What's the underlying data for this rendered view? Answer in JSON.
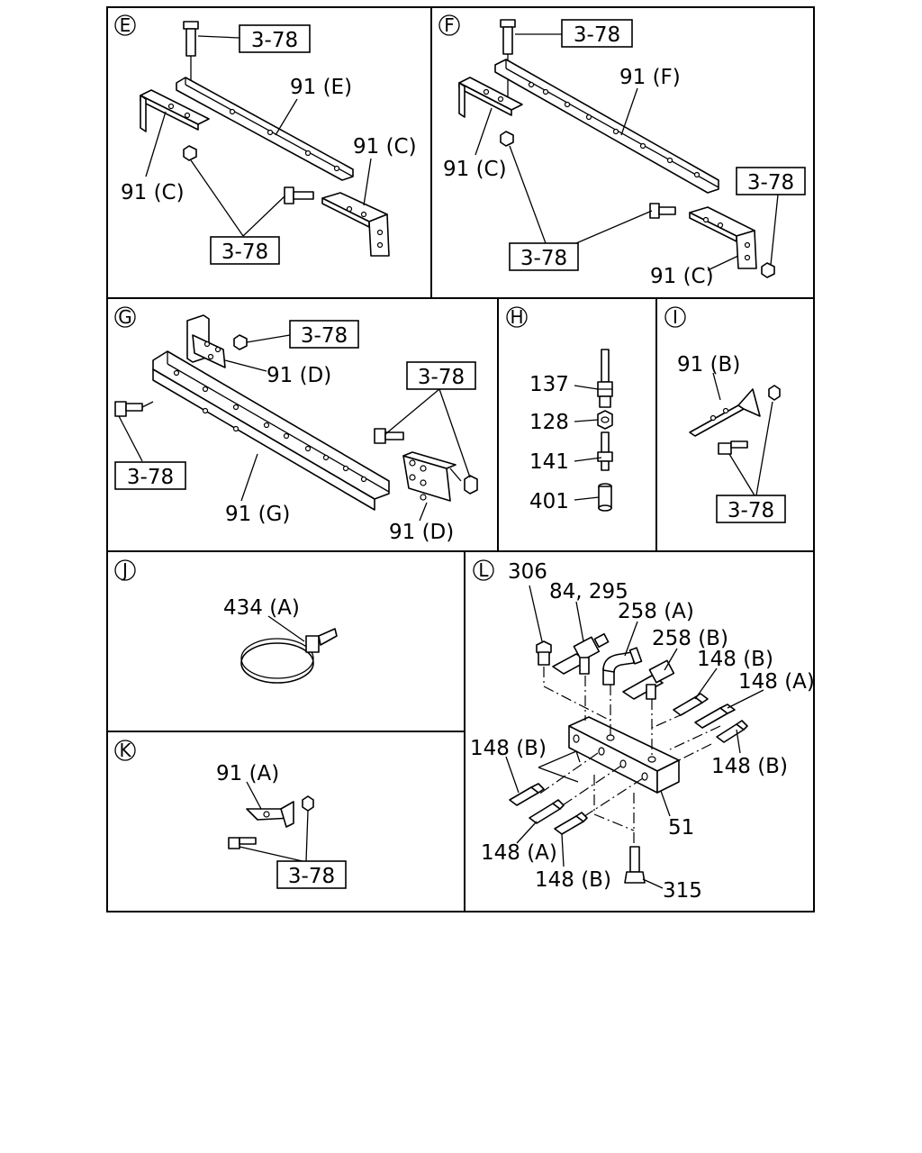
{
  "panels": [
    {
      "id": "E",
      "letter": "E"
    },
    {
      "id": "F",
      "letter": "F"
    },
    {
      "id": "G",
      "letter": "G"
    },
    {
      "id": "H",
      "letter": "H"
    },
    {
      "id": "I",
      "letter": "I"
    },
    {
      "id": "J",
      "letter": "J"
    },
    {
      "id": "K",
      "letter": "K"
    },
    {
      "id": "L",
      "letter": "L"
    }
  ],
  "ref_label": "3-78",
  "labels": {
    "e": {
      "bracket_e": "91 (E)",
      "bracket_c_right": "91 (C)",
      "bracket_c_left": "91 (C)"
    },
    "f": {
      "bracket_f": "91 (F)",
      "bracket_c_left": "91 (C)",
      "bracket_c_right": "91 (C)"
    },
    "g": {
      "bracket_d_top": "91 (D)",
      "bracket_g": "91 (G)",
      "bracket_d_bottom": "91 (D)"
    },
    "h": {
      "p137": "137",
      "p128": "128",
      "p141": "141",
      "p401": "401"
    },
    "i": {
      "bracket_b": "91 (B)"
    },
    "j": {
      "clamp": "434 (A)"
    },
    "k": {
      "bracket_a": "91 (A)"
    },
    "l": {
      "p306": "306",
      "p84": "84, 295",
      "p258a": "258 (A)",
      "p258b": "258 (B)",
      "p148b_top": "148 (B)",
      "p148a_right": "148 (A)",
      "p148b_right": "148 (B)",
      "p148b_left": "148 (B)",
      "p148a_left": "148 (A)",
      "p148b_bottom": "148 (B)",
      "p51": "51",
      "p315": "315"
    }
  }
}
